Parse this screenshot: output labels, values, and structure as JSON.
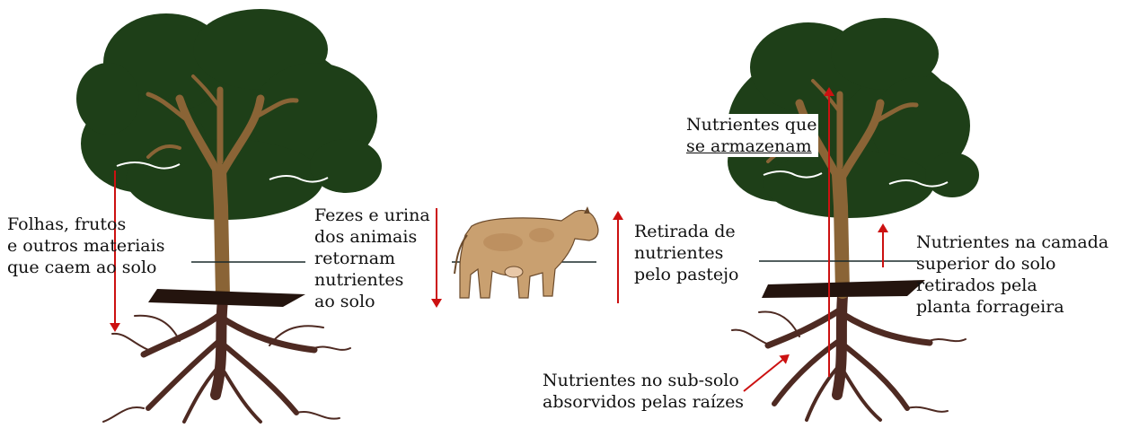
{
  "labels": {
    "left_fall": [
      "Folhas, frutos",
      "e outros materiais",
      "que caem ao solo"
    ],
    "manure": [
      "Fezes e urina",
      "dos animais",
      "retornam",
      "nutrientes",
      "ao solo"
    ],
    "grazing": [
      "Retirada de",
      "nutrientes",
      "pelo pastejo"
    ],
    "stored": [
      "Nutrientes que",
      "se armazenam"
    ],
    "topsoil": [
      "Nutrientes na camada",
      "superior do solo",
      "retirados pela",
      "planta forrageira"
    ],
    "subsoil": [
      "Nutrientes no sub-solo",
      "absorvidos pelas raízes"
    ]
  },
  "colors": {
    "arrow": "#cc1111",
    "canopy": "#1e3f18",
    "canopy_light": "#2c5522",
    "trunk": "#8a6436",
    "roots": "#4e2a22",
    "soil": "#24140e",
    "cow": "#c9a070"
  }
}
